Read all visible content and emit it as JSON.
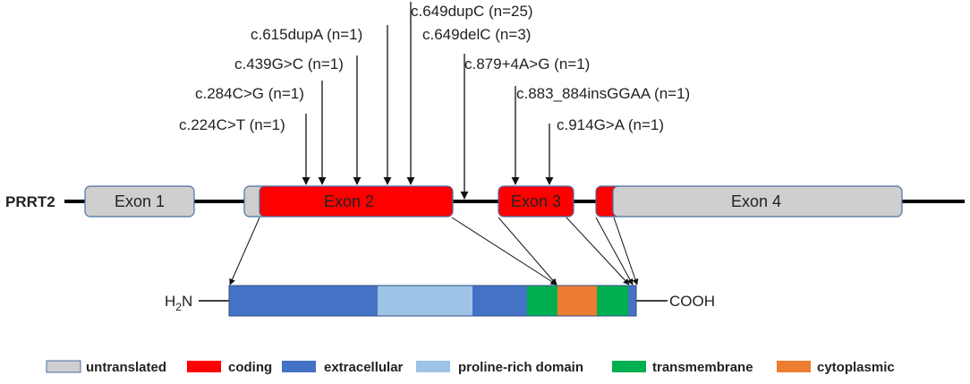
{
  "gene_name": "PRRT2",
  "exons": [
    "Exon 1",
    "Exon 2",
    "Exon 3",
    "Exon 4"
  ],
  "variants": [
    "c.224C>T (n=1)",
    "c.284C>G (n=1)",
    "c.439G>C (n=1)",
    "c.615dupA (n=1)",
    "c.649dupC (n=25)",
    "c.649delC (n=3)",
    "c.879+4A>G (n=1)",
    "c.883_884insGGAA (n=1)",
    "c.914G>A (n=1)"
  ],
  "protein": {
    "n_term": "H",
    "n_term_sub": "2",
    "n_term_tail": "N",
    "c_term": "COOH"
  },
  "legend": [
    {
      "label": "untranslated",
      "color": "#cfcfcf"
    },
    {
      "label": "coding",
      "color": "#ff0000"
    },
    {
      "label": "extracellular",
      "color": "#4472c4"
    },
    {
      "label": "proline-rich domain",
      "color": "#9dc3e6"
    },
    {
      "label": "transmembrane",
      "color": "#00b050"
    },
    {
      "label": "cytoplasmic",
      "color": "#ed7d31"
    }
  ]
}
